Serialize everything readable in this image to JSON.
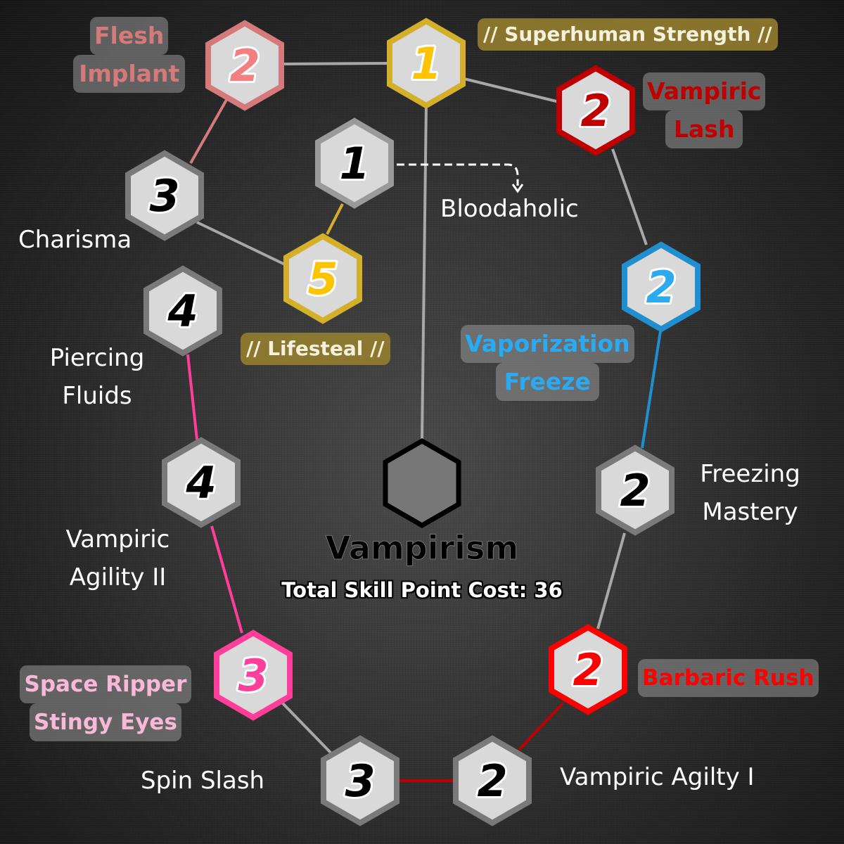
{
  "tree": {
    "title": "Vampirism",
    "subtitle": "Total Skill Point Cost: 36",
    "total_cost": 36
  },
  "colors": {
    "background": "#2b2b2b",
    "node_fill": "#d9d9d9",
    "grey_border": "#7a7a7a",
    "gold": "#d4b02a",
    "gold_text": "#fcc400",
    "flesh_pink": "#d47a7a",
    "flesh_text": "#f28080",
    "dark_red": "#c00000",
    "bright_red": "#ff0000",
    "blue": "#1f8fd0",
    "blue_text": "#2aaaf0",
    "hot_pink": "#ff3d9a",
    "light_pink": "#f8b8d8",
    "center_fill": "#777777",
    "line_grey": "#a8a8a8",
    "line_pink": "#ff3d9a",
    "line_red": "#c00000"
  },
  "nodes": [
    {
      "id": "flesh-implant",
      "cost": "2",
      "name": "Flesh Implant",
      "name_lines": [
        "Flesh",
        "Implant"
      ],
      "style": "tag",
      "color": "#d47a7a"
    },
    {
      "id": "superhuman-strength",
      "cost": "1",
      "name": "// Superhuman Strength //",
      "style": "gold-tag",
      "color": "#d4b02a"
    },
    {
      "id": "vampiric-lash",
      "cost": "2",
      "name": "Vampiric Lash",
      "name_lines": [
        "Vampiric",
        "Lash"
      ],
      "style": "tag",
      "color": "#c00000"
    },
    {
      "id": "bloodaholic",
      "cost": "1",
      "name": "Bloodaholic",
      "style": "plain",
      "color": "#9a9a9a"
    },
    {
      "id": "charisma",
      "cost": "3",
      "name": "Charisma",
      "style": "plain",
      "color": "#7a7a7a"
    },
    {
      "id": "lifesteal",
      "cost": "5",
      "name": "// Lifesteal //",
      "style": "gold-tag",
      "color": "#d4b02a"
    },
    {
      "id": "vaporization-freeze",
      "cost": "2",
      "name": "Vaporization Freeze",
      "name_lines": [
        "Vaporization",
        "Freeze"
      ],
      "style": "tag",
      "color": "#1f8fd0"
    },
    {
      "id": "piercing-fluids",
      "cost": "4",
      "name": "Piercing Fluids",
      "name_lines": [
        "Piercing",
        "Fluids"
      ],
      "style": "plain",
      "color": "#7a7a7a"
    },
    {
      "id": "vampiric-agility-ii",
      "cost": "4",
      "name": "Vampiric Agility II",
      "name_lines": [
        "Vampiric",
        "Agility II"
      ],
      "style": "plain",
      "color": "#7a7a7a"
    },
    {
      "id": "freezing-mastery",
      "cost": "2",
      "name": "Freezing Mastery",
      "name_lines": [
        "Freezing",
        "Mastery"
      ],
      "style": "plain",
      "color": "#7a7a7a"
    },
    {
      "id": "space-ripper-stingy-eyes",
      "cost": "3",
      "name": "Space Ripper Stingy Eyes",
      "name_lines": [
        "Space Ripper",
        "Stingy Eyes"
      ],
      "style": "tag",
      "color": "#ff3d9a"
    },
    {
      "id": "barbaric-rush",
      "cost": "2",
      "name": "Barbaric Rush",
      "style": "tag",
      "color": "#ff0000"
    },
    {
      "id": "spin-slash",
      "cost": "3",
      "name": "Spin Slash",
      "style": "plain",
      "color": "#7a7a7a"
    },
    {
      "id": "vampiric-agilty-i",
      "cost": "2",
      "name": "Vampiric Agilty I",
      "style": "plain",
      "color": "#7a7a7a"
    }
  ],
  "edges": [
    {
      "from": "vampirism",
      "to": "superhuman-strength",
      "color": "#a8a8a8"
    },
    {
      "from": "superhuman-strength",
      "to": "flesh-implant",
      "color": "#a8a8a8"
    },
    {
      "from": "superhuman-strength",
      "to": "vampiric-lash",
      "color": "#a8a8a8"
    },
    {
      "from": "flesh-implant",
      "to": "charisma",
      "color": "#d47a7a"
    },
    {
      "from": "charisma",
      "to": "lifesteal",
      "color": "#a8a8a8"
    },
    {
      "from": "lifesteal",
      "to": "bloodaholic",
      "color": "#d4b02a"
    },
    {
      "from": "bloodaholic",
      "to": "bloodaholic-label",
      "color": "#ffffff",
      "dashed": true
    },
    {
      "from": "vampiric-lash",
      "to": "vaporization-freeze",
      "color": "#a8a8a8"
    },
    {
      "from": "vaporization-freeze",
      "to": "freezing-mastery",
      "color": "#1f8fd0"
    },
    {
      "from": "freezing-mastery",
      "to": "barbaric-rush",
      "color": "#a8a8a8"
    },
    {
      "from": "barbaric-rush",
      "to": "vampiric-agilty-i",
      "color": "#c00000"
    },
    {
      "from": "vampiric-agilty-i",
      "to": "spin-slash",
      "color": "#c00000"
    },
    {
      "from": "spin-slash",
      "to": "space-ripper-stingy-eyes",
      "color": "#a8a8a8"
    },
    {
      "from": "space-ripper-stingy-eyes",
      "to": "vampiric-agility-ii",
      "color": "#ff3d9a"
    },
    {
      "from": "vampiric-agility-ii",
      "to": "piercing-fluids",
      "color": "#ff3d9a"
    }
  ]
}
